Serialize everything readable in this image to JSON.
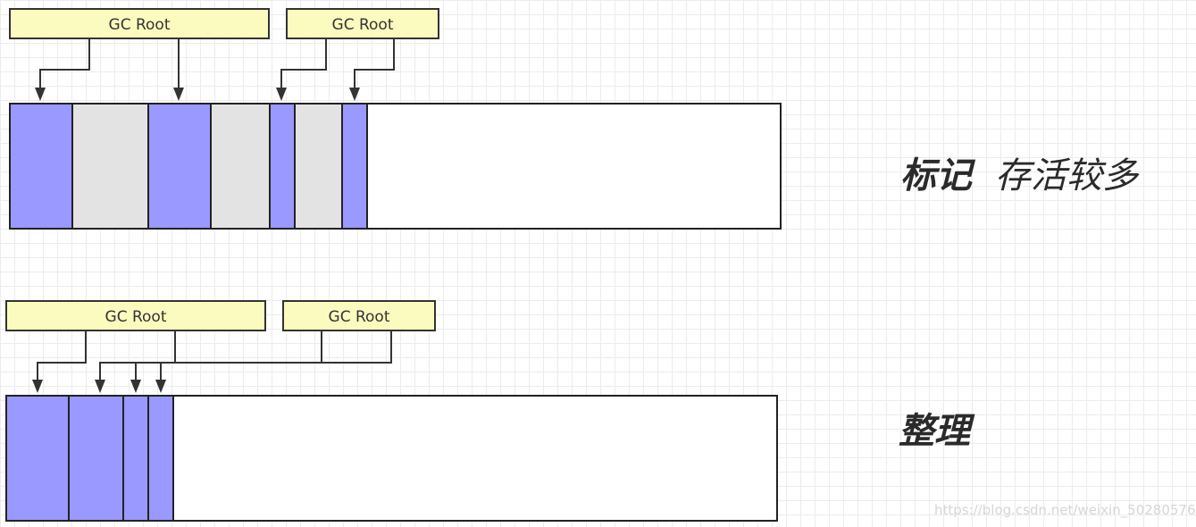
{
  "mark_phase": {
    "label_bold": "标记",
    "label_normal": "存活较多",
    "gc_roots": [
      "GC Root",
      "GC Root"
    ],
    "blocks": [
      "live",
      "garbage",
      "live",
      "garbage",
      "live",
      "garbage",
      "live"
    ]
  },
  "compact_phase": {
    "label_bold": "整理",
    "gc_roots": [
      "GC Root",
      "GC Root"
    ],
    "blocks": [
      "live",
      "live",
      "live",
      "live"
    ]
  },
  "watermark": "https://blog.csdn.net/weixin_50280576",
  "colors": {
    "live_object": "#9999ff",
    "garbage_object": "#e3e3e3",
    "free_space": "#ffffff",
    "gc_root_fill": "#fbfbbf"
  }
}
